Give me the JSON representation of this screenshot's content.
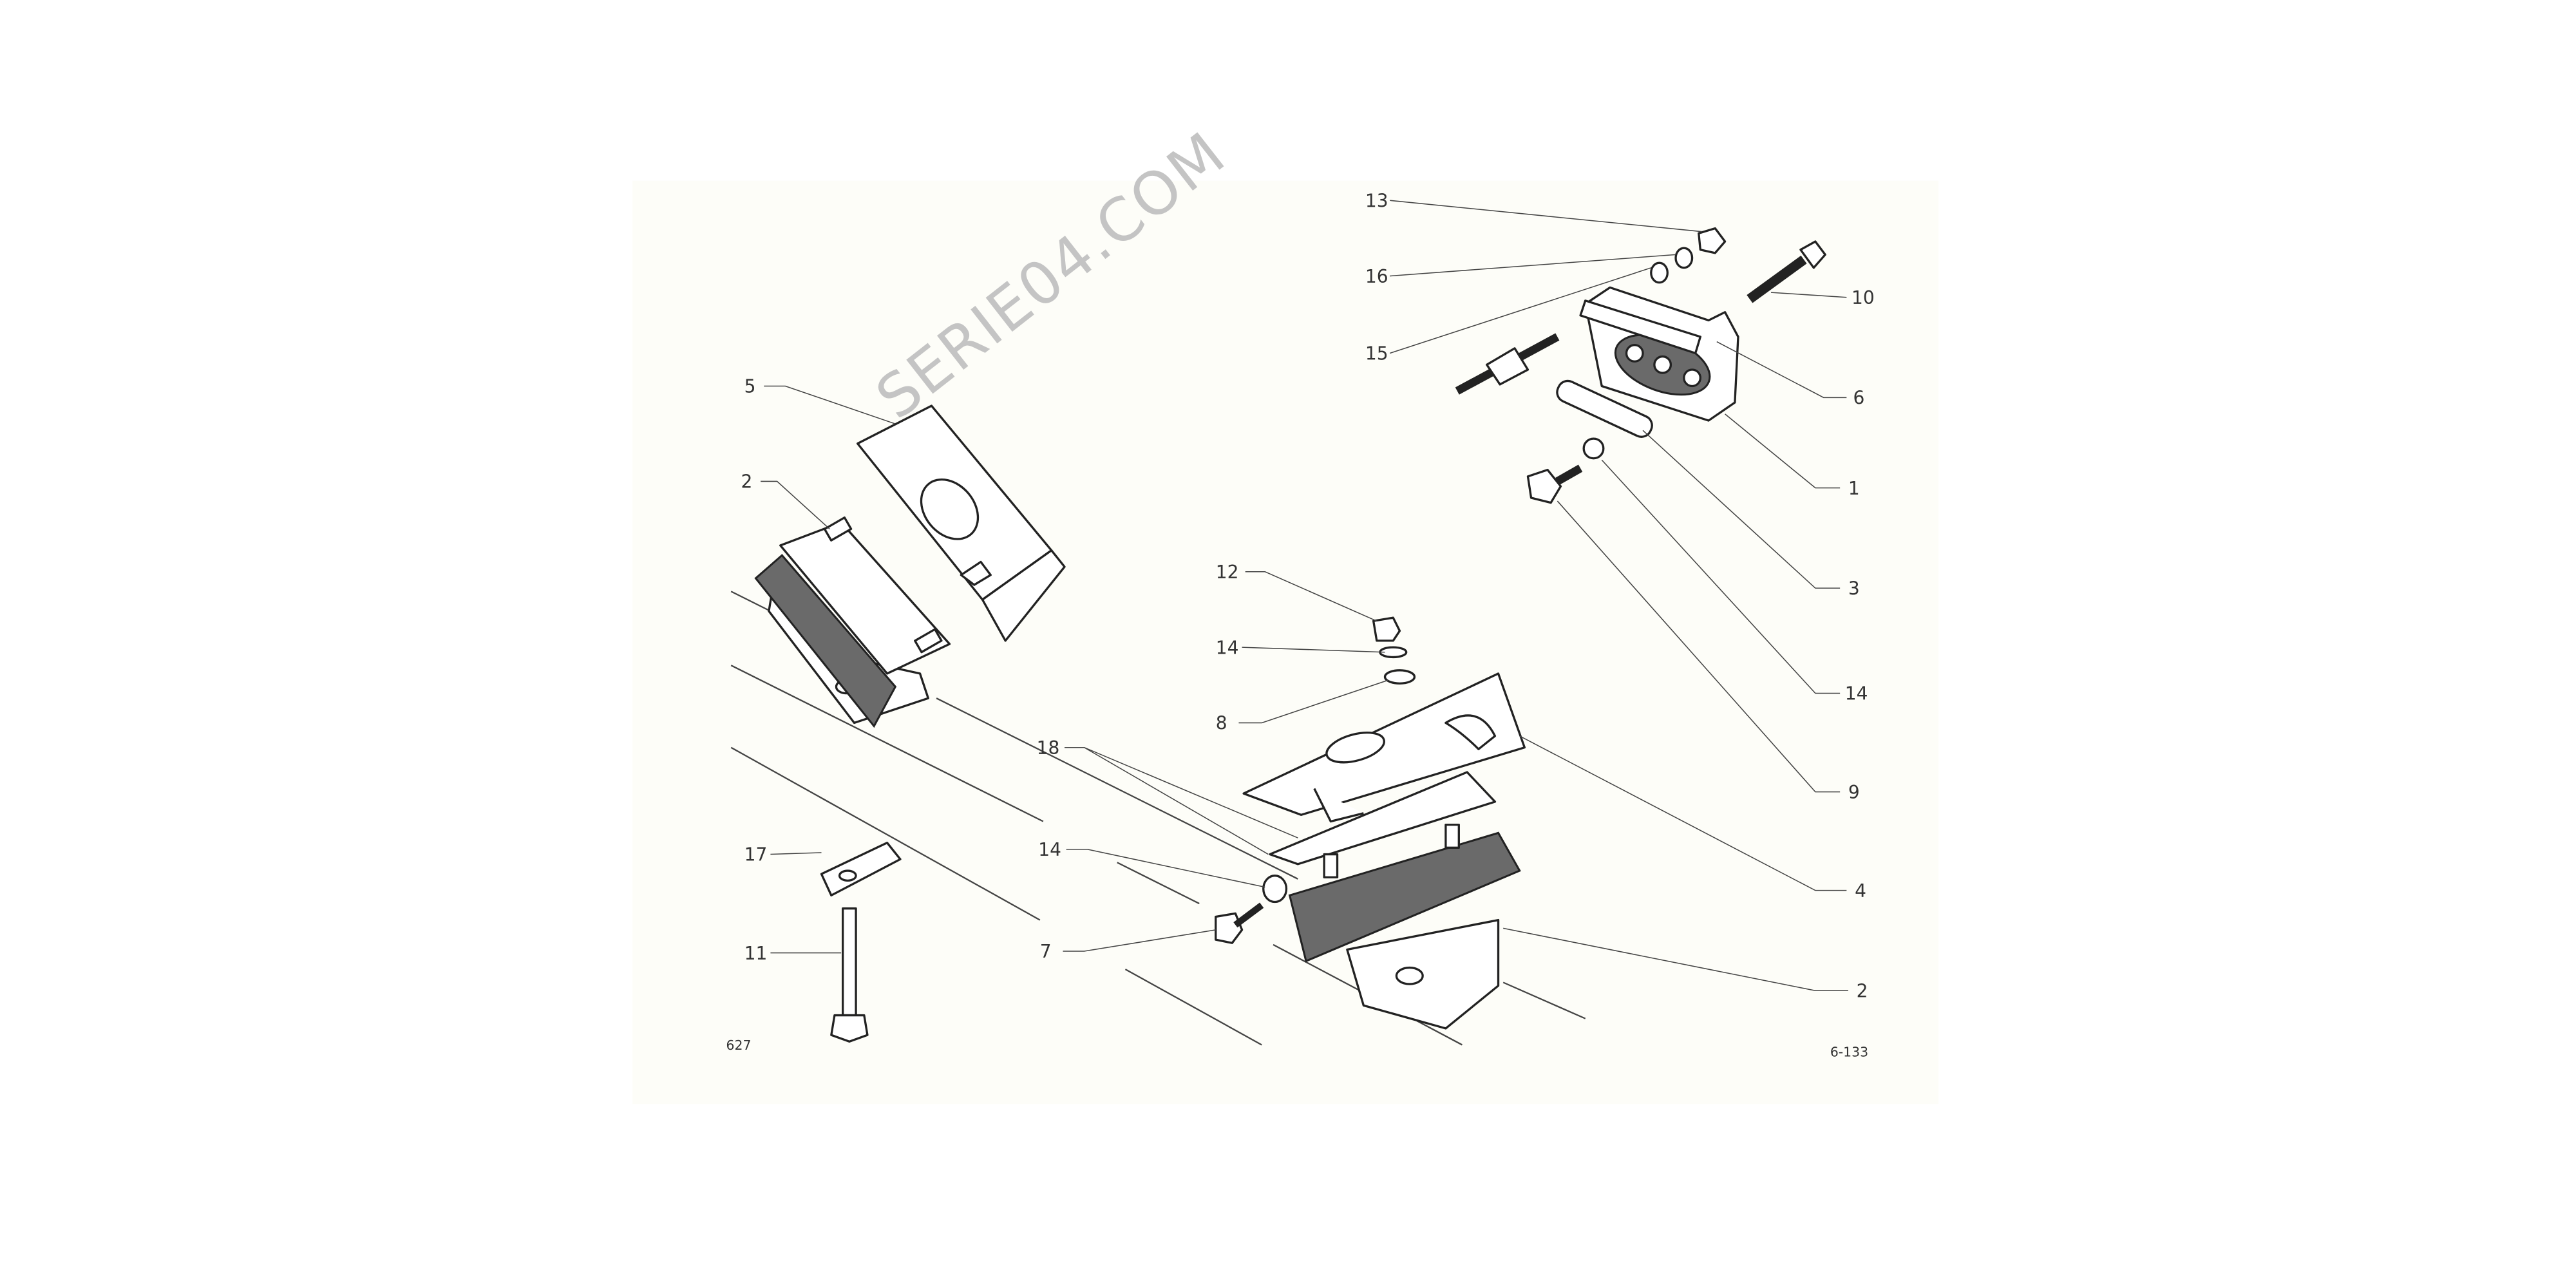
{
  "document": {
    "page_number": "627",
    "figure_code": "6-133",
    "watermark": "SERIE04.COM"
  },
  "callouts": {
    "c13": "13",
    "c16": "16",
    "c15": "15",
    "c10": "10",
    "c6": "6",
    "c1": "1",
    "c3": "3",
    "c14a": "14",
    "c9": "9",
    "c4": "4",
    "c2a": "2",
    "c5": "5",
    "c2b": "2",
    "c12": "12",
    "c14b": "14",
    "c8": "8",
    "c18": "18",
    "c17": "17",
    "c14c": "14",
    "c11": "11",
    "c7": "7"
  },
  "colors": {
    "paper": "#fdfdf8",
    "ink": "#222222",
    "rubber": "#6a6a6a",
    "watermark": "#c4c4c4"
  }
}
